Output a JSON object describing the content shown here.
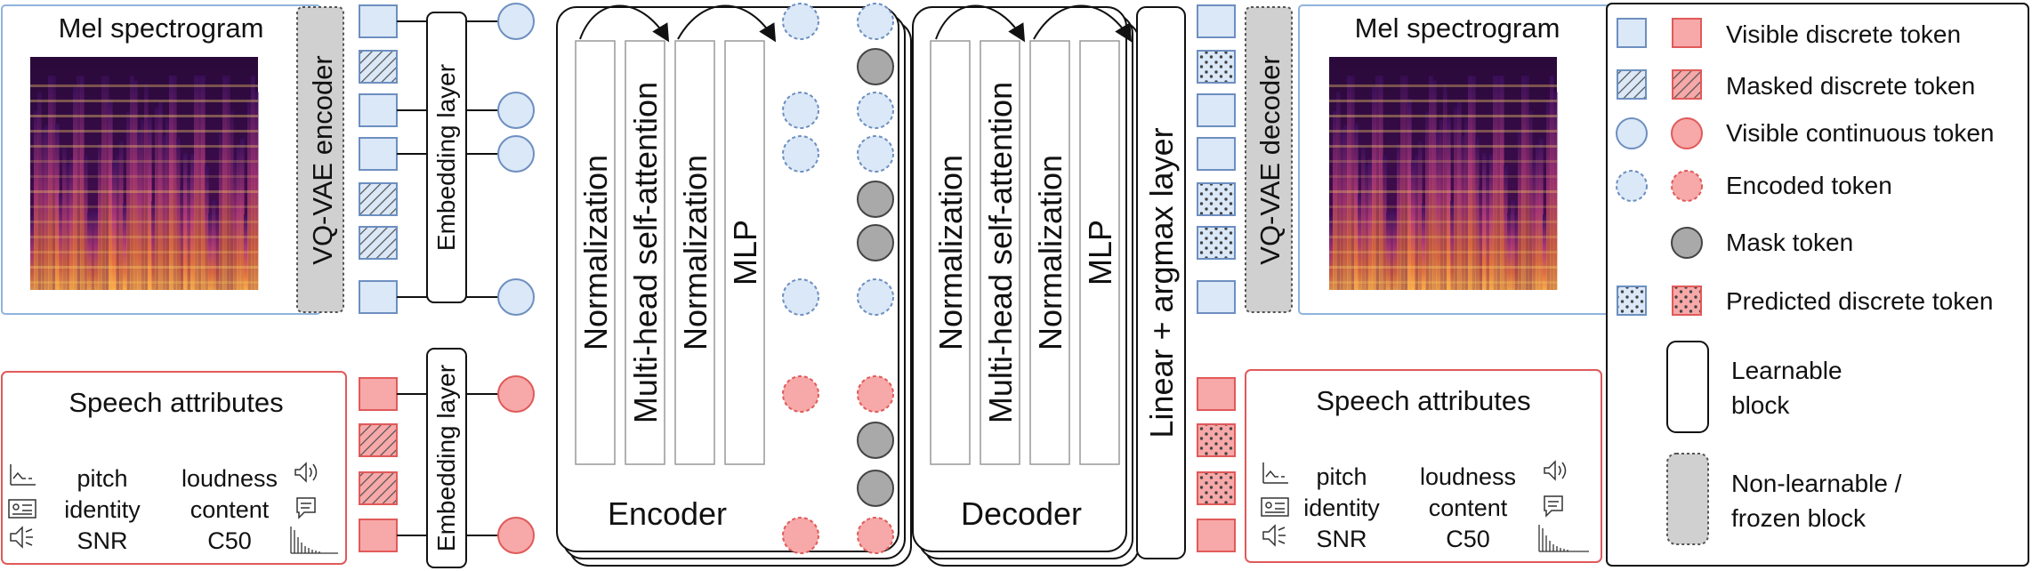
{
  "mel_title": "Mel spectrogram",
  "speech_attributes_title": "Speech attributes",
  "attributes": {
    "pitch": "pitch",
    "identity": "identity",
    "snr": "SNR",
    "loudness": "loudness",
    "content": "content",
    "c50": "C50"
  },
  "vq_encoder": "VQ-VAE encoder",
  "vq_decoder": "VQ-VAE decoder",
  "embedding_layer": "Embedding layer",
  "encoder": {
    "title": "Encoder",
    "layers": [
      "Normalization",
      "Multi-head self-attention",
      "Normalization",
      "MLP"
    ]
  },
  "decoder": {
    "title": "Decoder",
    "layers": [
      "Normalization",
      "Multi-head self-attention",
      "Normalization",
      "MLP"
    ]
  },
  "output_layer": "Linear + argmax layer",
  "legend": {
    "visible_discrete": "Visible discrete token",
    "masked_discrete": "Masked discrete token",
    "visible_continuous": "Visible continuous token",
    "encoded": "Encoded token",
    "mask": "Mask token",
    "predicted_discrete": "Predicted discrete token",
    "learnable_line1": "Learnable",
    "learnable_line2": "block",
    "frozen_line1": "Non-learnable /",
    "frozen_line2": "frozen block"
  },
  "colors": {
    "blue_fill": "#dbe8f7",
    "blue_stroke": "#6d8fc0",
    "red_fill": "#f7a8a8",
    "red_stroke": "#e05a5a",
    "gray_fill": "#a9a9a9",
    "frozen_fill": "#d0d0d0"
  }
}
